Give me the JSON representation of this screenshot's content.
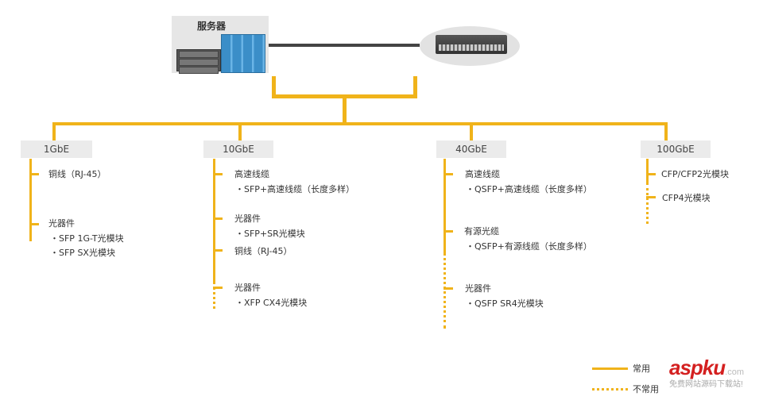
{
  "top": {
    "server_label": "服务器",
    "switch_icon": "network-switch-icon"
  },
  "columns": [
    {
      "speed": "1GbE",
      "items": [
        {
          "title": "铜线（RJ-45）",
          "subs": []
        },
        {
          "title": "光器件",
          "subs": [
            "・SFP 1G-T光模块",
            "・SFP SX光模块"
          ]
        }
      ]
    },
    {
      "speed": "10GbE",
      "items": [
        {
          "title": "高速线缆",
          "subs": [
            "・SFP+高速线缆（长度多样）"
          ]
        },
        {
          "title": "光器件",
          "subs": [
            "・SFP+SR光模块"
          ]
        },
        {
          "title": "铜线（RJ-45）",
          "subs": []
        },
        {
          "title": "光器件",
          "subs": [
            "・XFP CX4光模块"
          ]
        }
      ]
    },
    {
      "speed": "40GbE",
      "items": [
        {
          "title": "高速线缆",
          "subs": [
            "・QSFP+高速线缆（长度多样）"
          ]
        },
        {
          "title": "有源光缆",
          "subs": [
            "・QSFP+有源线缆（长度多样）"
          ]
        },
        {
          "title": "光器件",
          "subs": [
            "・QSFP SR4光模块"
          ]
        }
      ]
    },
    {
      "speed": "100GbE",
      "items": [
        {
          "title": "CFP/CFP2光模块",
          "subs": []
        },
        {
          "title": "CFP4光模块",
          "subs": []
        }
      ]
    }
  ],
  "legend": {
    "common": "常用",
    "uncommon": "不常用"
  },
  "watermark": {
    "brand": "aspku",
    "domain": ".com",
    "slogan": "免费网站源码下载站!"
  },
  "colors": {
    "accent": "#f0b31a",
    "watermark_red": "#d42020"
  }
}
